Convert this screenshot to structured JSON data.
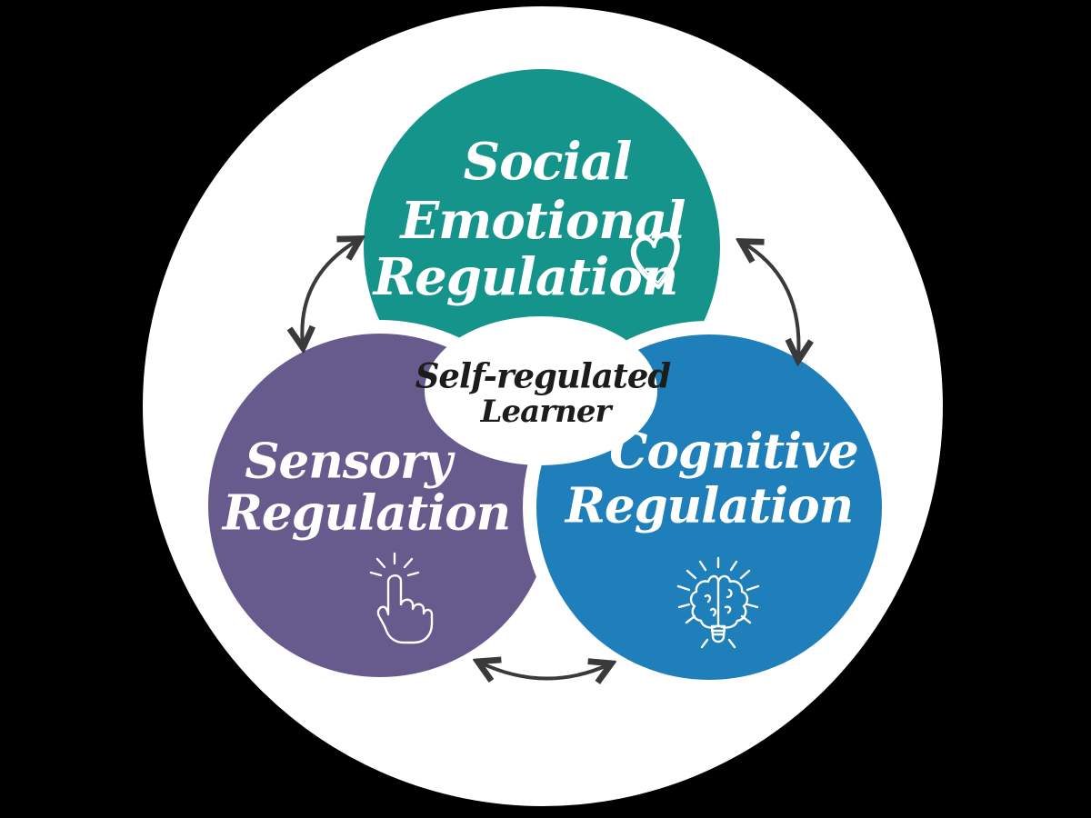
{
  "title": "Self-regulated Learner diagram",
  "colors": {
    "background": "#000000",
    "canvas": "#ffffff",
    "social": "#14948a",
    "sensory": "#675a8c",
    "cognitive": "#1e7fba",
    "arrow": "#3a3a3c",
    "circle_text": "#ffffff",
    "center_text": "#1c1c1a"
  },
  "center": {
    "line1": "Self-regulated",
    "line2": "Learner"
  },
  "circles": {
    "social": {
      "line1": "Social",
      "line2": "Emotional",
      "line3": "Regulation",
      "icon": "heart-icon"
    },
    "sensory": {
      "line1": "Sensory",
      "line2": "Regulation",
      "icon": "tap-finger-icon"
    },
    "cognitive": {
      "line1": "Cognitive",
      "line2": "Regulation",
      "icon": "brain-lightbulb-icon"
    }
  },
  "arrows": {
    "left": "social-sensory double arrow",
    "right": "social-cognitive double arrow",
    "bottom": "sensory-cognitive double arrow"
  }
}
